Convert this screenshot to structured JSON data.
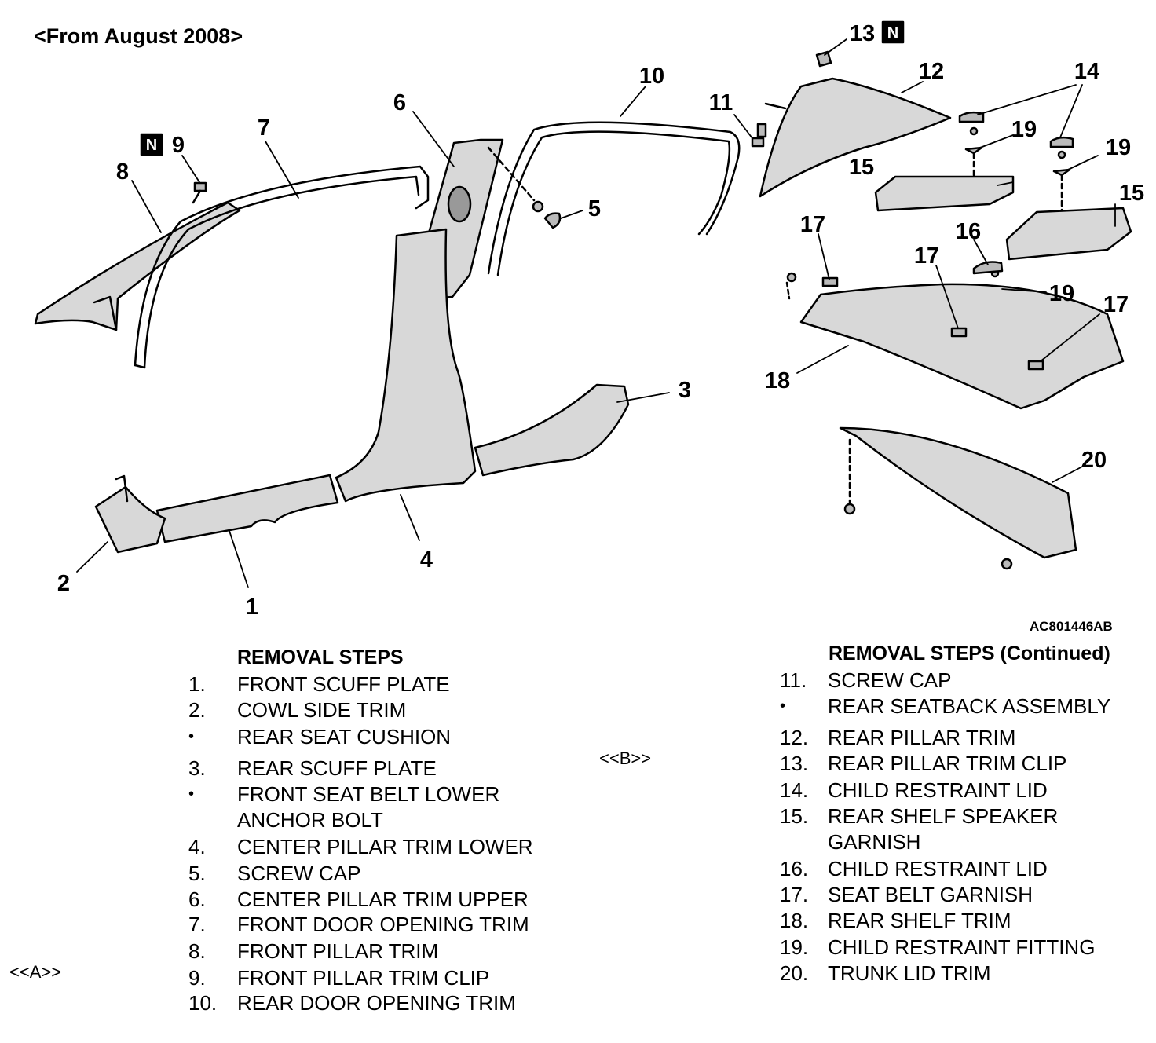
{
  "header": {
    "title": "<From August 2008>"
  },
  "figure_code": "AC801446AB",
  "new_badge": "N",
  "callouts": [
    "1",
    "2",
    "3",
    "4",
    "5",
    "6",
    "7",
    "8",
    "9",
    "10",
    "11",
    "12",
    "13",
    "14",
    "15",
    "15",
    "16",
    "17",
    "17",
    "17",
    "18",
    "19",
    "19",
    "19",
    "20"
  ],
  "section_labels": {
    "a": "<<A>>",
    "b": "<<B>>"
  },
  "removal_steps": {
    "title": "REMOVAL STEPS",
    "items": [
      {
        "num": "1.",
        "text": "FRONT SCUFF PLATE"
      },
      {
        "num": "2.",
        "text": "COWL SIDE TRIM"
      },
      {
        "num": "•",
        "text": "REAR SEAT CUSHION"
      },
      {
        "num": "3.",
        "text": "REAR SCUFF PLATE"
      },
      {
        "num": "•",
        "text": "FRONT SEAT BELT LOWER"
      },
      {
        "num": "",
        "text": "ANCHOR BOLT"
      },
      {
        "num": "4.",
        "text": "CENTER PILLAR TRIM LOWER"
      },
      {
        "num": "5.",
        "text": "SCREW CAP"
      },
      {
        "num": "6.",
        "text": "CENTER PILLAR TRIM UPPER"
      },
      {
        "num": "7.",
        "text": "FRONT DOOR OPENING TRIM"
      },
      {
        "num": "8.",
        "text": "FRONT PILLAR TRIM"
      },
      {
        "num": "9.",
        "text": "FRONT PILLAR TRIM CLIP"
      },
      {
        "num": "10.",
        "text": "REAR DOOR OPENING TRIM"
      }
    ]
  },
  "removal_steps_continued": {
    "title": "REMOVAL STEPS (Continued)",
    "items": [
      {
        "num": "11.",
        "text": "SCREW CAP"
      },
      {
        "num": "•",
        "text": "REAR SEATBACK ASSEMBLY"
      },
      {
        "num": "12.",
        "text": "REAR PILLAR TRIM"
      },
      {
        "num": "13.",
        "text": "REAR PILLAR TRIM CLIP"
      },
      {
        "num": "14.",
        "text": "CHILD RESTRAINT LID"
      },
      {
        "num": "15.",
        "text": "REAR SHELF SPEAKER"
      },
      {
        "num": "",
        "text": "GARNISH"
      },
      {
        "num": "16.",
        "text": "CHILD RESTRAINT LID"
      },
      {
        "num": "17.",
        "text": "SEAT BELT GARNISH"
      },
      {
        "num": "18.",
        "text": "REAR SHELF TRIM"
      },
      {
        "num": "19.",
        "text": "CHILD RESTRAINT FITTING"
      },
      {
        "num": "20.",
        "text": "TRUNK LID TRIM"
      }
    ]
  }
}
